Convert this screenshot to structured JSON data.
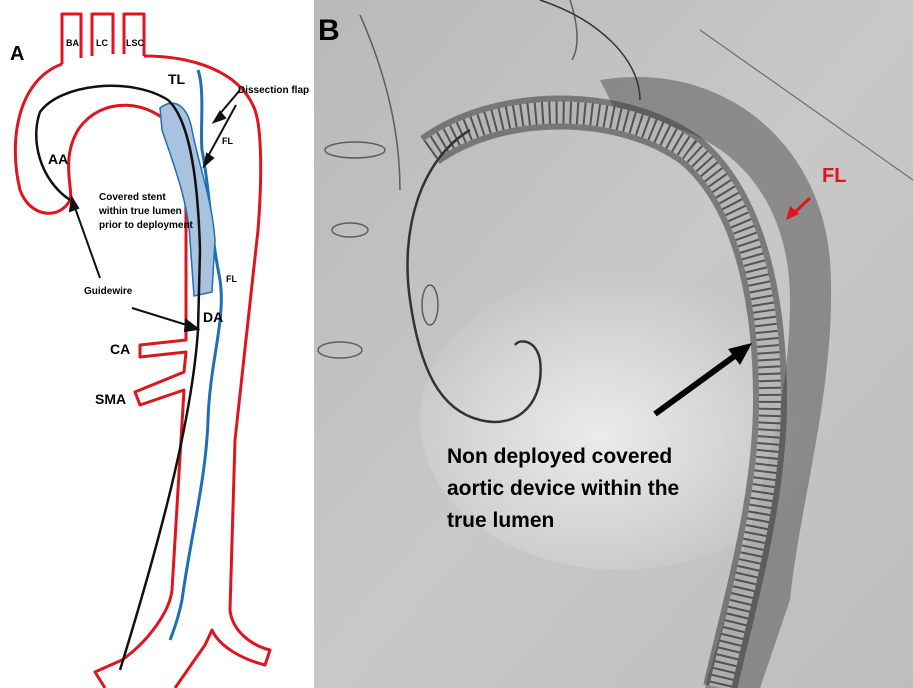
{
  "panel_a": {
    "letter": "A",
    "vessels": {
      "ba": "BA",
      "lc": "LC",
      "lsc": "LSC"
    },
    "tl": "TL",
    "dissection_flap": "Dissection flap",
    "fl_upper": "FL",
    "fl_lower": "FL",
    "aa": "AA",
    "stent_caption": [
      "Covered stent",
      "within true lumen",
      "prior to deployment"
    ],
    "guidewire": "Guidewire",
    "da": "DA",
    "ca": "CA",
    "sma": "SMA"
  },
  "panel_b": {
    "letter": "B",
    "fl": "FL",
    "device_caption": [
      "Non deployed covered",
      "aortic device within the",
      "true lumen"
    ]
  },
  "colors": {
    "vessel_wall": "#e0141e",
    "flap": "#1f6fb5",
    "stent_fill": "#a9c2e0",
    "guidewire": "#111111",
    "fl_label": "#e0141e"
  }
}
